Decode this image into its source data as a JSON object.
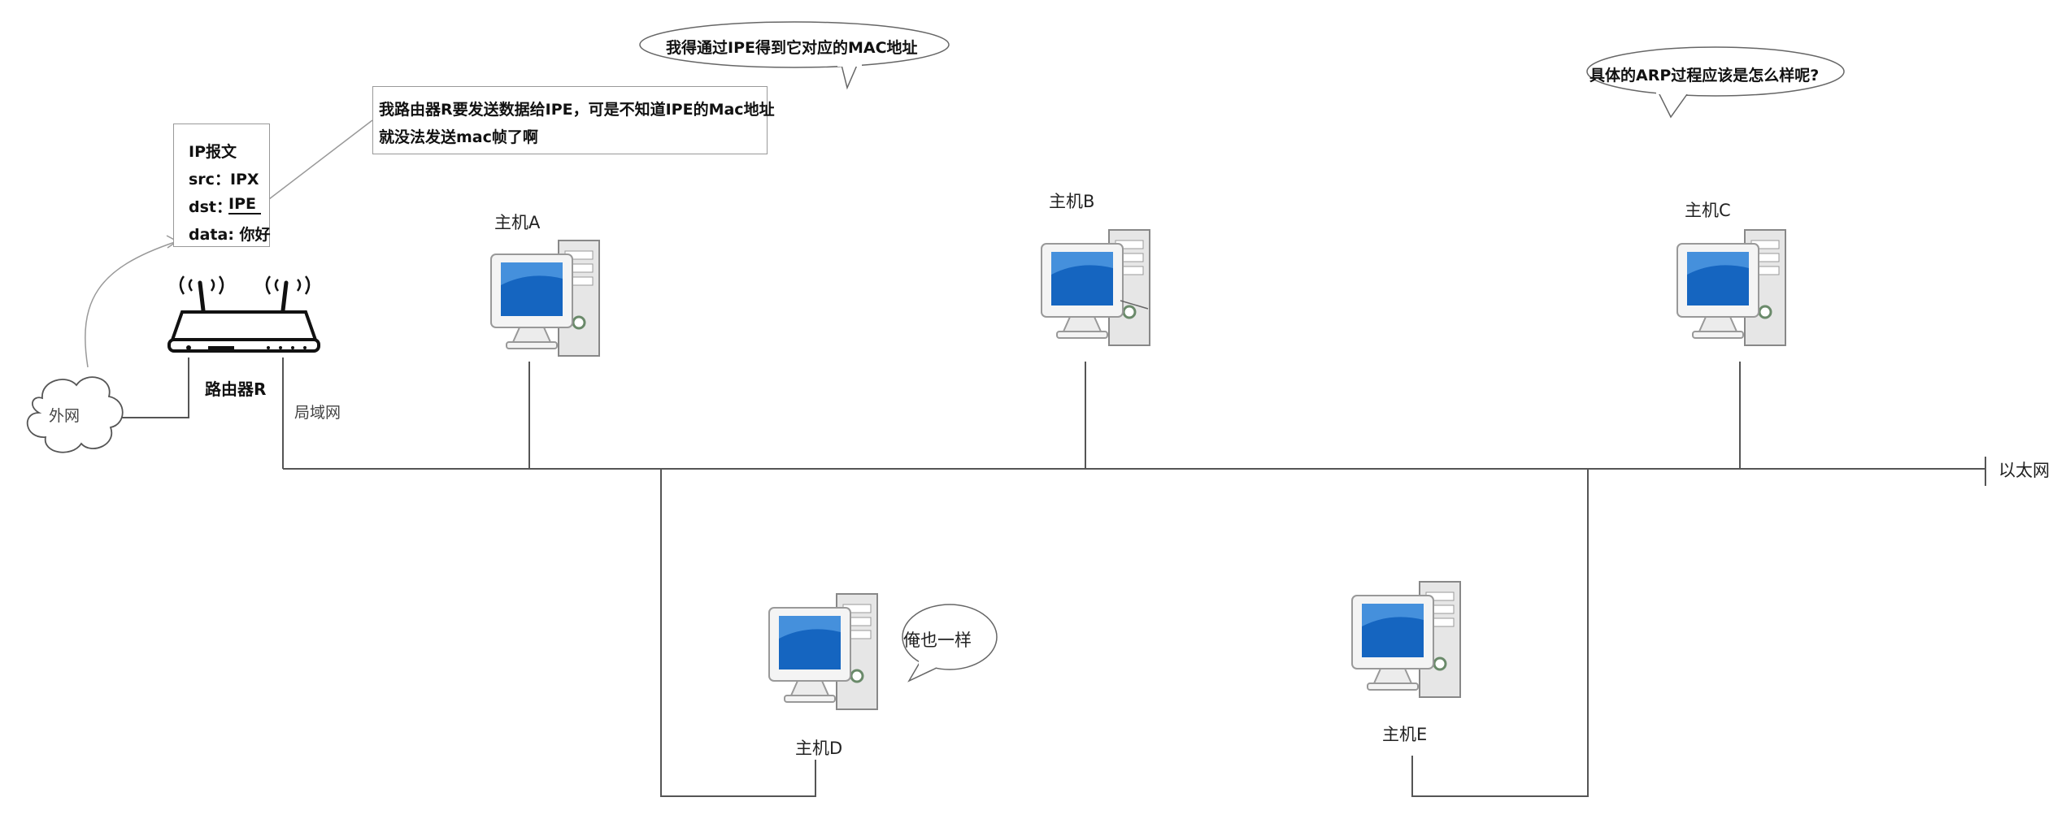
{
  "speech_top": "我得通过IPE得到它对应的MAC地址",
  "speech_right": "具体的ARP过程应该是怎么样呢?",
  "speech_d": "俺也一样",
  "router_note": {
    "line1": "我路由器R要发送数据给IPE，可是不知道IPE的Mac地址",
    "line2": "就没法发送mac帧了啊"
  },
  "packet": {
    "title": "IP报文",
    "src": "src：IPX",
    "dst_label": "dst：",
    "dst_value": "IPE",
    "data": "data: 你好"
  },
  "labels": {
    "outer_net": "外网",
    "router": "路由器R",
    "lan": "局域网",
    "ethernet": "以太网",
    "host_a": "主机A",
    "host_b": "主机B",
    "host_c": "主机C",
    "host_d": "主机D",
    "host_e": "主机E"
  },
  "colors": {
    "line": "#555555",
    "screen": "#1565c0",
    "screen_light": "#5aa3e8",
    "case": "#e6e6e6"
  }
}
